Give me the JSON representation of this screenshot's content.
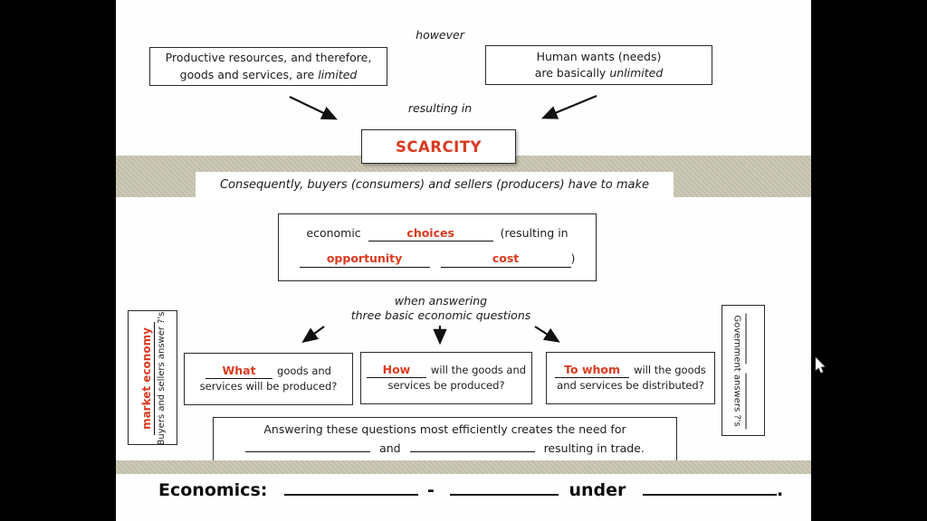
{
  "slide": {
    "colors": {
      "accent": "#d93a1f",
      "band": "#c9c6b2",
      "sidebar": "#000000"
    },
    "however": "however",
    "top_left_box": {
      "line1": "Productive resources, and therefore,",
      "line2": "goods and services, are",
      "line2_italic": "limited"
    },
    "top_right_box": {
      "line1": "Human wants (needs)",
      "line2": "are basically",
      "line2_italic": "unlimited"
    },
    "resulting_in": "resulting in",
    "scarcity": "SCARCITY",
    "banner": "Consequently, buyers (consumers) and sellers (producers) have to make",
    "choices_box": {
      "prefix": "economic",
      "blank1_label": "choices",
      "mid": "(resulting in",
      "blank2_label": "opportunity",
      "blank3_label": "cost",
      "close": ")"
    },
    "when_answering": {
      "line1": "when answering",
      "line2": "three basic economic questions"
    },
    "questions": [
      {
        "answer": "What",
        "rest1": "goods and",
        "rest2": "services will be produced?"
      },
      {
        "answer": "How",
        "rest1": "will the goods and",
        "rest2": "services be produced?"
      },
      {
        "answer": "To whom",
        "rest1": "will the goods",
        "rest2": "and services be distributed?"
      }
    ],
    "market_box": {
      "answer": "market economy",
      "caption": "Buyers and sellers answer ?'s"
    },
    "government_box": {
      "caption": "Government answers ?'s"
    },
    "statement_box": {
      "line1": "Answering these questions most efficiently creates the need for",
      "and": "and",
      "tail": "resulting in trade."
    },
    "economics": {
      "label": "Economics:",
      "dash": "-",
      "under": "under",
      "period": "."
    }
  }
}
